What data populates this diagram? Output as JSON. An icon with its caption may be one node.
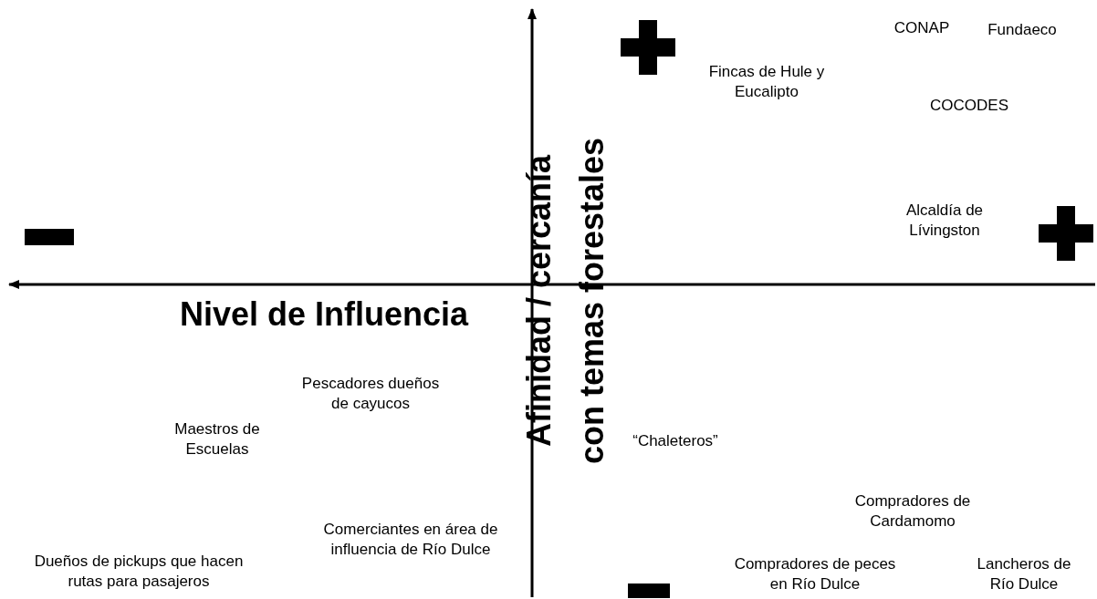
{
  "diagram": {
    "labels": [
      "CONAP",
      "Fundaeco",
      "Fincas de Hule y Eucalipto",
      "COCODES",
      "Alcaldía de Lívingston",
      "Nivel de Influencia",
      "Afinidad / cercanía con temas forestales",
      "Pescadores dueños de cayucos",
      "Maestros de Escuelas",
      "“Chaleteros”",
      "Compradores de Cardamomo",
      "Comerciantes en área de influencia de Río Dulce",
      "Dueños de pickups que hacen rutas para pasajeros",
      "Compradores de peces en Río Dulce",
      "Lancheros de Río Dulce"
    ]
  }
}
